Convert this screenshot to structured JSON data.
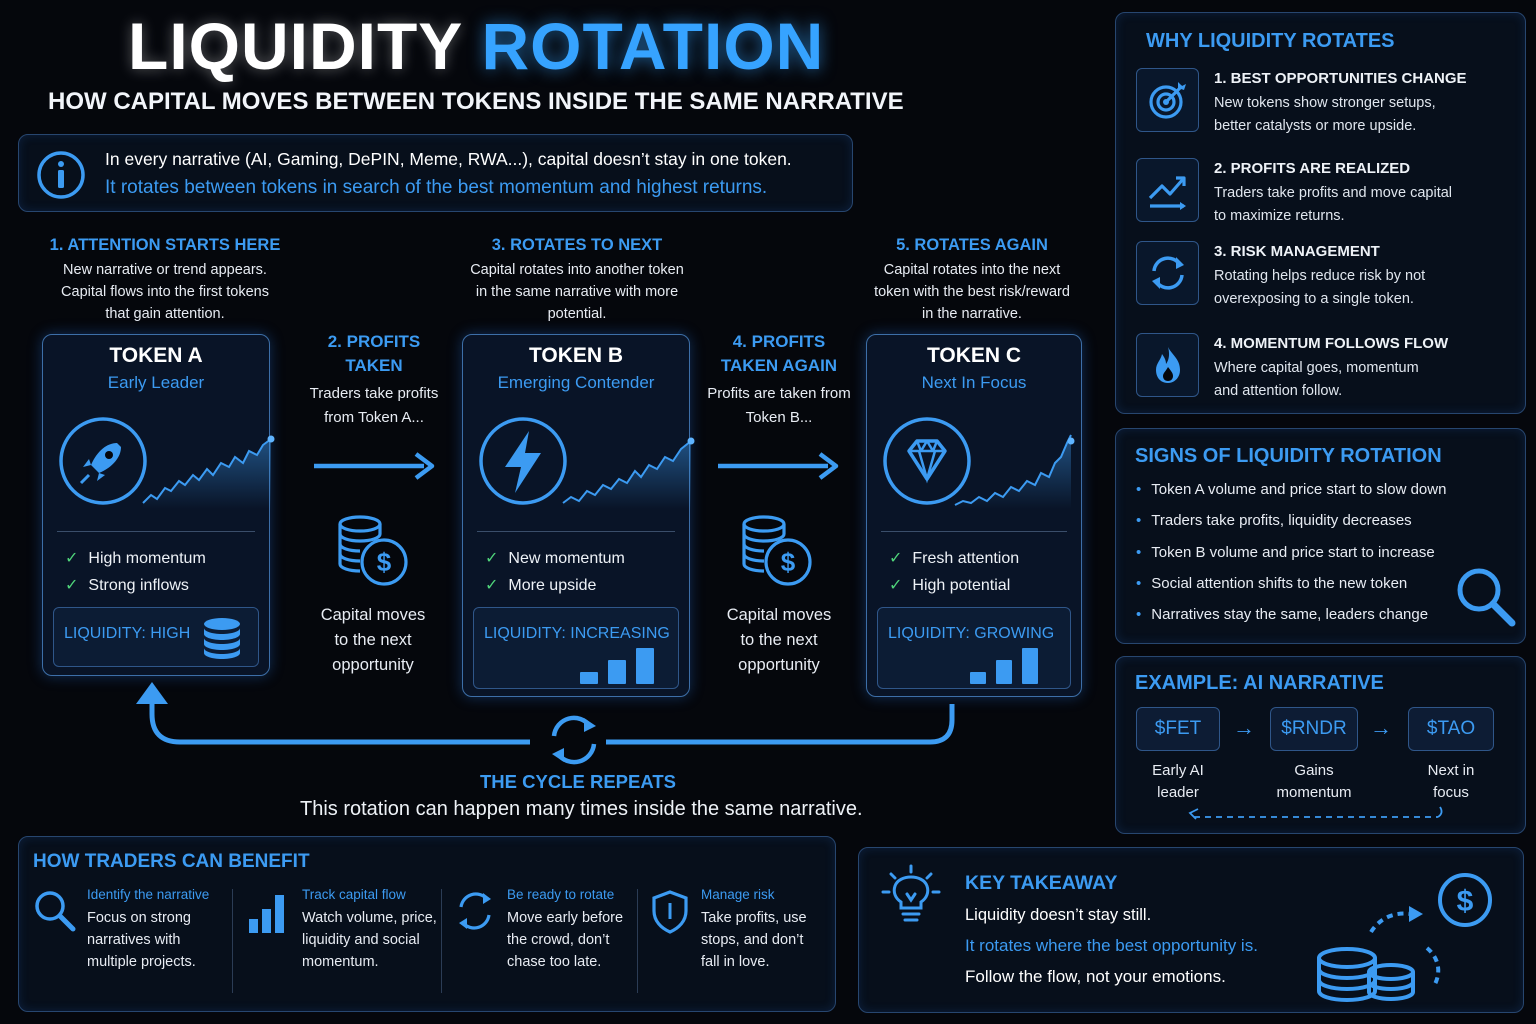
{
  "title": {
    "part1": "LIQUIDITY",
    "part2": "ROTATION"
  },
  "subtitle": "HOW CAPITAL MOVES BETWEEN TOKENS INSIDE THE SAME NARRATIVE",
  "intro": {
    "line1": "In every narrative (AI, Gaming, DePIN, Meme, RWA...), capital doesn’t stay in one token.",
    "line2": "It rotates between tokens in search of the best momentum and highest returns."
  },
  "steps": {
    "s1": {
      "title": "1. ATTENTION STARTS HERE",
      "lines": [
        "New narrative or trend appears.",
        "Capital flows into the first tokens",
        "that gain attention."
      ]
    },
    "s3": {
      "title": "3. ROTATES TO NEXT",
      "lines": [
        "Capital rotates into another token",
        "in the same narrative with more",
        "potential."
      ]
    },
    "s5": {
      "title": "5. ROTATES AGAIN",
      "lines": [
        "Capital rotates into the next",
        "token with the best risk/reward",
        "in the narrative."
      ]
    }
  },
  "tokens": [
    {
      "name": "TOKEN A",
      "role": "Early Leader",
      "checks": [
        "High momentum",
        "Strong inflows"
      ],
      "liquidity": "LIQUIDITY: HIGH",
      "icon": "rocket-icon"
    },
    {
      "name": "TOKEN B",
      "role": "Emerging Contender",
      "checks": [
        "New momentum",
        "More upside"
      ],
      "liquidity": "LIQUIDITY: INCREASING",
      "icon": "lightning-icon"
    },
    {
      "name": "TOKEN C",
      "role": "Next In Focus",
      "checks": [
        "Fresh attention",
        "High potential"
      ],
      "liquidity": "LIQUIDITY: GROWING",
      "icon": "diamond-icon"
    }
  ],
  "profits": [
    {
      "title": [
        "2. PROFITS",
        "TAKEN"
      ],
      "desc": [
        "Traders take profits",
        "from Token A..."
      ],
      "caption": [
        "Capital moves",
        "to the next",
        "opportunity"
      ]
    },
    {
      "title": [
        "4. PROFITS",
        "TAKEN AGAIN"
      ],
      "desc": [
        "Profits are taken from",
        "Token B..."
      ],
      "caption": [
        "Capital moves",
        "to the next",
        "opportunity"
      ]
    }
  ],
  "cycle": {
    "title": "THE CYCLE REPEATS",
    "desc": "This rotation can happen many times inside the same narrative."
  },
  "benefit": {
    "title": "HOW TRADERS CAN BENEFIT",
    "items": [
      {
        "title": "Identify the narrative",
        "lines": [
          "Focus on strong",
          "narratives with",
          "multiple projects."
        ],
        "icon": "magnifier-icon"
      },
      {
        "title": "Track capital flow",
        "lines": [
          "Watch volume, price,",
          "liquidity and social",
          "momentum."
        ],
        "icon": "bar-chart-icon"
      },
      {
        "title": "Be ready to rotate",
        "lines": [
          "Move early before",
          "the crowd, don’t",
          "chase too late."
        ],
        "icon": "rotate-icon"
      },
      {
        "title": "Manage risk",
        "lines": [
          "Take profits, use",
          "stops, and don’t",
          "fall in love."
        ],
        "icon": "shield-icon"
      }
    ]
  },
  "takeaway": {
    "title": "KEY TAKEAWAY",
    "line1": "Liquidity doesn’t stay still.",
    "line2": "It rotates where the best opportunity is.",
    "line3": "Follow the flow, not your emotions."
  },
  "why": {
    "title": "WHY LIQUIDITY ROTATES",
    "items": [
      {
        "title": "1. BEST OPPORTUNITIES CHANGE",
        "lines": [
          "New tokens show stronger setups,",
          "better catalysts or more upside."
        ],
        "icon": "target-icon"
      },
      {
        "title": "2. PROFITS ARE REALIZED",
        "lines": [
          "Traders take profits and move capital",
          "to maximize returns."
        ],
        "icon": "trend-up-icon"
      },
      {
        "title": "3. RISK MANAGEMENT",
        "lines": [
          "Rotating helps reduce risk by not",
          "overexposing to a single token."
        ],
        "icon": "refresh-icon"
      },
      {
        "title": "4. MOMENTUM FOLLOWS FLOW",
        "lines": [
          "Where capital goes, momentum",
          "and attention follow."
        ],
        "icon": "flame-icon"
      }
    ]
  },
  "signs": {
    "title": "SIGNS OF LIQUIDITY ROTATION",
    "items": [
      "Token A volume and price start to slow down",
      "Traders take profits, liquidity decreases",
      "Token B volume and price start to increase",
      "Social attention shifts to the new token",
      "Narratives stay the same, leaders change"
    ]
  },
  "example": {
    "title": "EXAMPLE: AI NARRATIVE",
    "tokens": [
      {
        "ticker": "$FET",
        "label": [
          "Early AI",
          "leader"
        ]
      },
      {
        "ticker": "$RNDR",
        "label": [
          "Gains",
          "momentum"
        ]
      },
      {
        "ticker": "$TAO",
        "label": [
          "Next in",
          "focus"
        ]
      }
    ],
    "arrow": "→"
  },
  "colors": {
    "accent": "#3c9bf2",
    "check": "#4fd47a",
    "background": "#05070c",
    "border": "#27466f"
  }
}
